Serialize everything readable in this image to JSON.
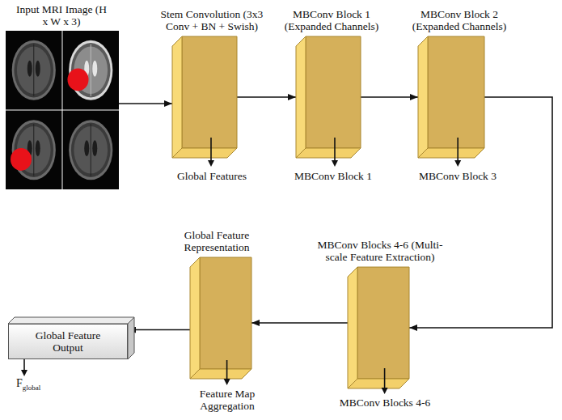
{
  "diagram": {
    "nodes": [
      {
        "text": [
          "Input MRI Image (H x W x 3)"
        ]
      },
      {
        "text": [
          "Stem Convolution (3x3 Conv + BN + Swish)",
          "Global Features"
        ]
      },
      {
        "text": [
          "MBConv Block 1 (Expanded Channels)",
          "MBConv Block 1"
        ]
      },
      {
        "text": [
          "MBConv Block 2 (Expanded Channels)",
          "MBConv Block 3"
        ]
      },
      {
        "text": [
          "MBConv Blocks 4-6 (Multi-scale Feature Extraction)",
          "MBConv Blocks 4-6"
        ]
      },
      {
        "text": [
          "Global Feature Representation",
          "Feature Map Aggregation"
        ]
      },
      {
        "text": [
          "Global Feature Output",
          "F",
          "global"
        ]
      }
    ],
    "edges": [
      {
        "from": 0,
        "to": 1,
        "arrow": "to"
      },
      {
        "from": 1,
        "to": 2,
        "arrow": "to"
      },
      {
        "from": 2,
        "to": 3,
        "arrow": "to"
      },
      {
        "from": 3,
        "to": 4,
        "arrow": "to"
      },
      {
        "from": 4,
        "to": 5,
        "arrow": "to"
      },
      {
        "from": 5,
        "to": 6,
        "arrow": "to"
      }
    ]
  }
}
